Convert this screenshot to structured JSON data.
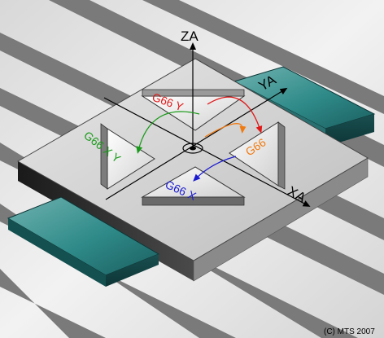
{
  "axes": {
    "z": "ZA",
    "y": "YA",
    "x": "XA"
  },
  "labels": {
    "g66_y": "G66 Y",
    "g66_xy": "G66 X Y",
    "g66": "G66",
    "g66_x": "G66 X"
  },
  "copyright": "(C) MTS 2007",
  "colors": {
    "g66_y": "#e01818",
    "g66_xy": "#1a9a1a",
    "g66": "#f07a10",
    "g66_x": "#1a1ad0",
    "rail": "#1f7f7f"
  }
}
